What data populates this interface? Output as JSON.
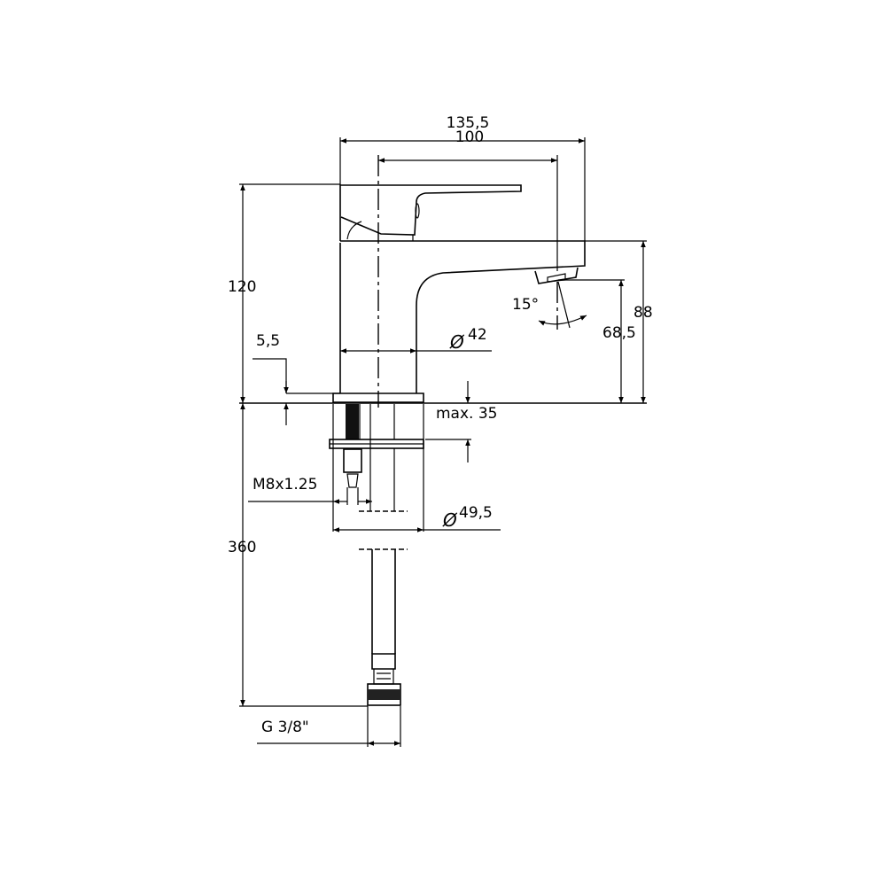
{
  "drawing": {
    "diameter_symbol": "Ø",
    "dimensions": {
      "overall_width": "135,5",
      "handle_reach": "100",
      "overall_height": "120",
      "base_thickness": "5,5",
      "body_diameter": "42",
      "spout_angle": "15°",
      "spout_outlet_height": "68,5",
      "spout_height": "88",
      "max_deck_thickness": "max. 35",
      "stud_thread": "M8x1.25",
      "base_diameter": "49,5",
      "hose_length": "360",
      "hose_connection": "G 3/8\""
    }
  }
}
